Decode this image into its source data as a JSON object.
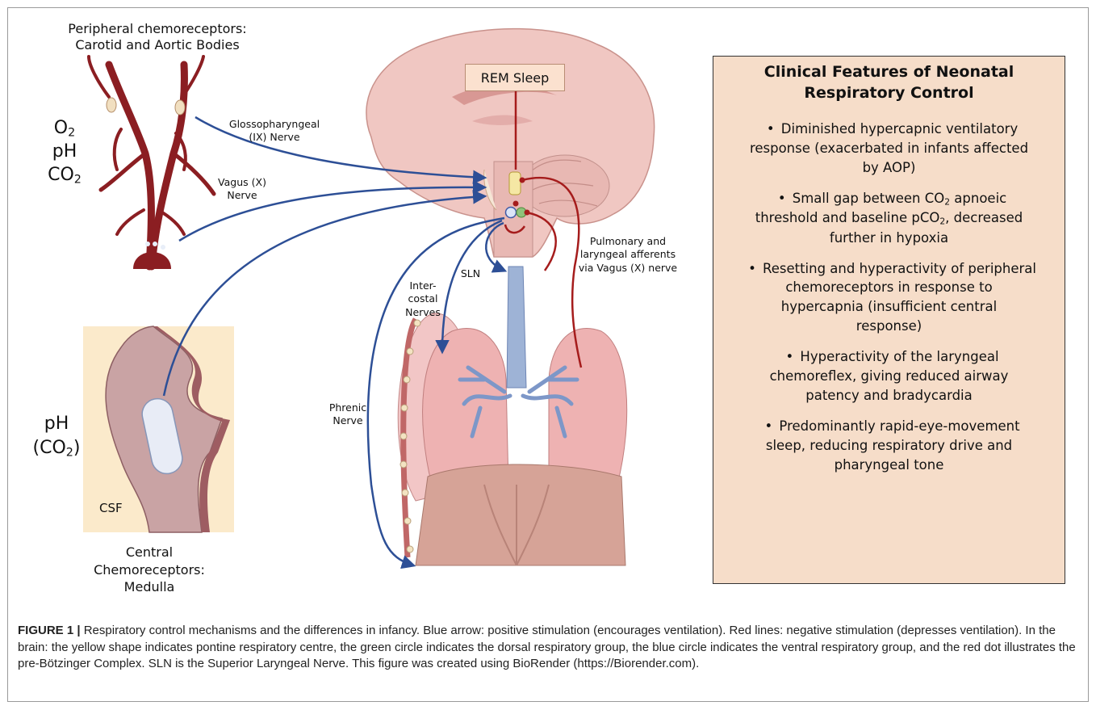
{
  "peripheral_label": [
    "Peripheral chemoreceptors:",
    "Carotid and Aortic Bodies"
  ],
  "peripheral_stimuli": [
    "O",
    "2",
    "pH",
    "CO",
    "2"
  ],
  "central_stimuli": [
    "pH",
    "(CO",
    "2",
    ")"
  ],
  "csf_label": "CSF",
  "central_label": [
    "Central",
    "Chemoreceptors:",
    "Medulla"
  ],
  "nerves": {
    "glossopharyngeal": [
      "Glossopharyngeal",
      "(IX) Nerve"
    ],
    "vagus": [
      "Vagus (X)",
      "Nerve"
    ],
    "sln": "SLN",
    "intercostal": [
      "Inter-",
      "costal",
      "Nerves"
    ],
    "phrenic": [
      "Phrenic",
      "Nerve"
    ],
    "pulmonary": [
      "Pulmonary and",
      "laryngeal afferents",
      "via Vagus (X) nerve"
    ]
  },
  "rem_sleep": "REM Sleep",
  "panel": {
    "title": [
      "Clinical Features of Neonatal",
      "Respiratory Control"
    ],
    "bullet": "•",
    "items": [
      [
        "Diminished hypercapnic ventilatory",
        "response (exacerbated in infants affected",
        "by AOP)"
      ],
      [
        "Small gap between CO",
        "2",
        " apnoeic",
        "threshold and baseline pCO",
        "2",
        ", decreased",
        "further in hypoxia"
      ],
      [
        "Resetting and hyperactivity of peripheral",
        "chemoreceptors in response to",
        "hypercapnia (insufficient central",
        "response)"
      ],
      [
        "Hyperactivity of the laryngeal",
        "chemoreflex, giving reduced airway",
        "patency and bradycardia"
      ],
      [
        "Predominantly rapid-eye-movement",
        "sleep, reducing respiratory drive and",
        "pharyngeal tone"
      ]
    ]
  },
  "caption": {
    "label": "FIGURE 1 |",
    "text": " Respiratory control mechanisms and the differences in infancy. Blue arrow: positive stimulation (encourages ventilation). Red lines: negative stimulation (depresses ventilation). In the brain: the yellow shape indicates pontine respiratory centre, the green circle indicates the dorsal respiratory group, the blue circle indicates the ventral respiratory group, and the red dot illustrates the pre-Bötzinger Complex. SLN is the Superior Laryngeal Nerve. This figure was created using BioRender (https://Biorender.com)."
  },
  "colors": {
    "stimulation": "#2d4f96",
    "inhibition": "#a51c1c",
    "panel_bg": "#f6ddc9",
    "csf_bg": "#fbeacb"
  }
}
